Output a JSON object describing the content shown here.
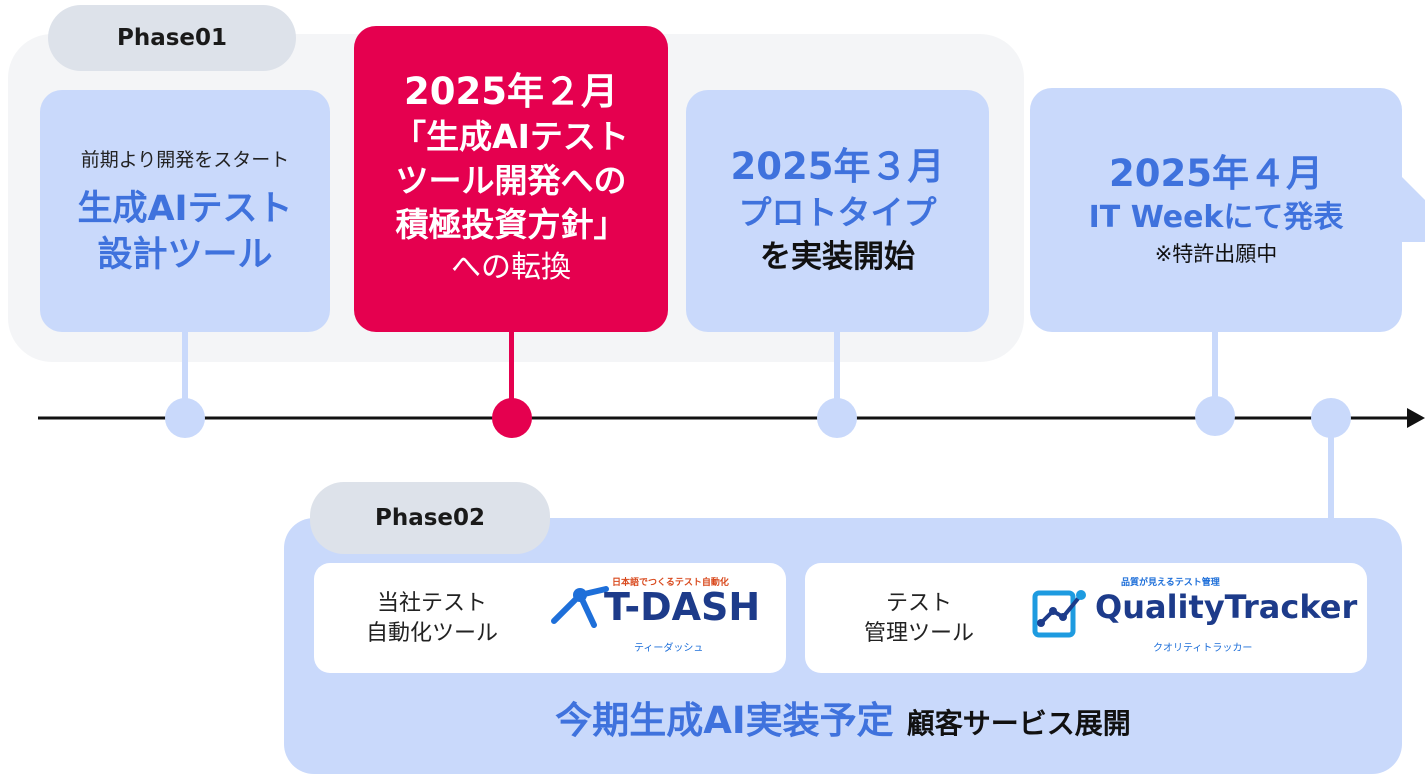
{
  "phase01": {
    "label": "Phase01"
  },
  "card1": {
    "sub": "前期より開発をスタート",
    "title1": "生成AIテスト",
    "title2": "設計ツール"
  },
  "card2": {
    "l1": "2025年２月",
    "l2": "「生成AIテスト",
    "l3": "ツール開発への",
    "l4": "積極投資方針」",
    "l5": "への転換"
  },
  "card3": {
    "l1": "2025年３月",
    "l2": "プロトタイプ",
    "l3": "を実装開始"
  },
  "card4": {
    "l1": "2025年４月",
    "l2": "IT Weekにて発表",
    "l3": "※特許出願中"
  },
  "phase02": {
    "label": "Phase02",
    "tool1": {
      "desc1": "当社テスト",
      "desc2": "自動化ツール",
      "logo_tag": "日本語でつくるテスト自動化",
      "logo_name": "T-DASH",
      "logo_kana": "ティーダッシュ"
    },
    "tool2": {
      "desc1": "テスト",
      "desc2": "管理ツール",
      "logo_tag": "品質が見えるテスト管理",
      "logo_name": "QualityTracker",
      "logo_kana": "クオリティトラッカー"
    },
    "bottom_main": "今期生成AI実装予定",
    "bottom_sub": "顧客サービス展開"
  },
  "colors": {
    "accent_red": "#e5004f",
    "card_blue": "#c9d9fb",
    "text_blue": "#3f72dd",
    "navy": "#1d3b8a"
  }
}
